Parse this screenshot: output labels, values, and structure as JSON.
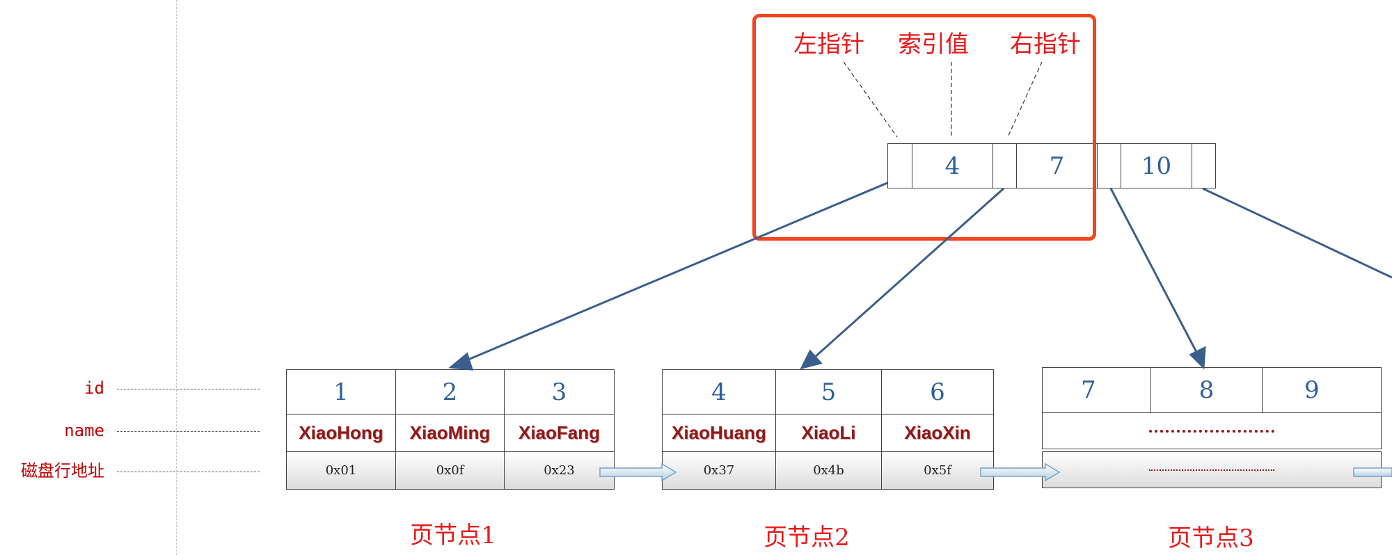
{
  "annotations": {
    "left_pointer": "左指针",
    "index_value": "索引值",
    "right_pointer": "右指针"
  },
  "root": {
    "keys": [
      "4",
      "7",
      "10"
    ]
  },
  "row_labels": {
    "id": "id",
    "name": "name",
    "address": "磁盘行地址"
  },
  "pages": [
    {
      "label": "页节点1",
      "ids": [
        "1",
        "2",
        "3"
      ],
      "names": [
        "XiaoHong",
        "XiaoMing",
        "XiaoFang"
      ],
      "addresses": [
        "0x01",
        "0x0f",
        "0x23"
      ]
    },
    {
      "label": "页节点2",
      "ids": [
        "4",
        "5",
        "6"
      ],
      "names": [
        "XiaoHuang",
        "XiaoLi",
        "XiaoXin"
      ],
      "addresses": [
        "0x37",
        "0x4b",
        "0x5f"
      ]
    },
    {
      "label": "页节点3",
      "ids": [
        "7",
        "8",
        "9"
      ]
    }
  ],
  "colors": {
    "annotation_red": "#e8191a",
    "highlight_box": "#f0451f",
    "key_blue": "#2d5f9a",
    "arrow_blue": "#3a5f8c",
    "name_dark_red": "#8b1a1a"
  }
}
